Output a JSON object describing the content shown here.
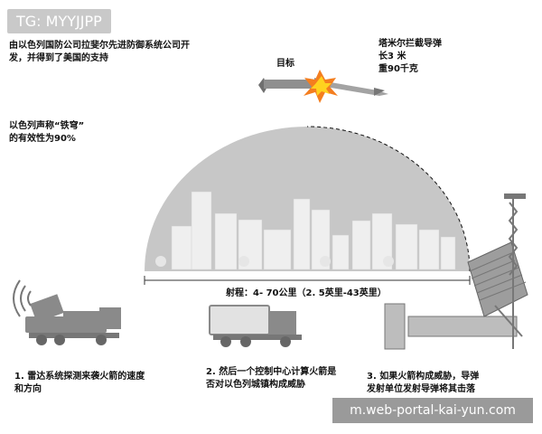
{
  "tag": "TG: MYYJJPP",
  "watermark": "m.web-portal-kai-yun.com",
  "texts": {
    "intro": "由以色列国防公司拉斐尔先进防御系统公司开发，并得到了美国的支持",
    "target": "目标",
    "interceptor_name": "塔米尔拦截导弹",
    "interceptor_length": "长3 米",
    "interceptor_weight": "重90千克",
    "effectiveness_1": "以色列声称“铁穹”",
    "effectiveness_2": "的有效性为90%",
    "range": "射程：4- 70公里（2. 5英里-43英里）",
    "step1_1": "1. 雷达系统探测来袭火箭的速度",
    "step1_2": "和方向",
    "step2_1": "2. 然后一个控制中心计算火箭是",
    "step2_2": "否对以色列城镇构成威胁",
    "step3_1": "3. 如果火箭构成威胁，导弹",
    "step3_2": "发射单位发射导弹将其击落"
  },
  "colors": {
    "dome": "#c7c7c7",
    "city": "#e9e9e9",
    "vehicle": "#8a8a8a",
    "text": "#111111"
  }
}
